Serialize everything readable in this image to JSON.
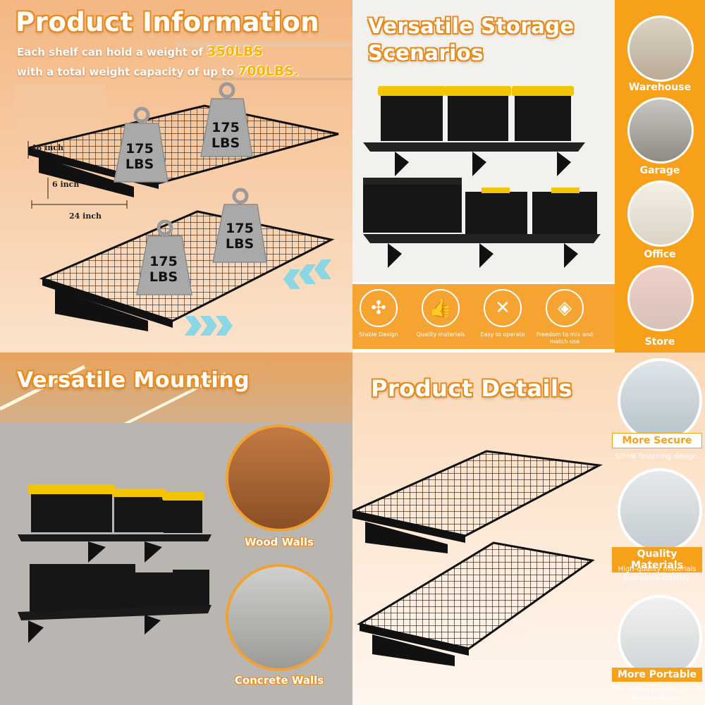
{
  "product_info": {
    "title": "Product Information",
    "line1_prefix": "Each shelf can hold a weight of",
    "line1_value": "350LBS",
    "line2_prefix": "with a total weight capacity of up to",
    "line2_value": "700LBS.",
    "weights": [
      "175\nLBS",
      "175\nLBS",
      "175\nLBS",
      "175\nLBS"
    ],
    "dim_width": "48 inch",
    "dim_height": "6 inch",
    "dim_depth": "24 inch"
  },
  "storage": {
    "title_line1": "Versatile Storage",
    "title_line2": "Scenarios",
    "features": [
      {
        "icon": "stable-design-icon",
        "label": "Stable Design"
      },
      {
        "icon": "thumbs-up-icon",
        "label": "Quality materials"
      },
      {
        "icon": "tools-icon",
        "label": "Easy to operate"
      },
      {
        "icon": "layers-icon",
        "label": "Freedom to mix and match use"
      }
    ],
    "scenarios": [
      "Warehouse",
      "Garage",
      "Office",
      "Store"
    ]
  },
  "mounting": {
    "title": "Versatile Mounting",
    "walls": [
      "Wood Walls",
      "Concrete Walls"
    ]
  },
  "details": {
    "title": "Product Details",
    "items": [
      {
        "head": "More Secure",
        "desc": "Screw fastening design."
      },
      {
        "head": "Quality Materials",
        "desc": "High-quality materials guarantee stability."
      },
      {
        "head": "More Portable",
        "desc": "The support frame can be freely adjusted"
      }
    ]
  },
  "colors": {
    "accent": "#f7a01a",
    "shelf": "#1a1a1a",
    "bin_lid": "#f2c500",
    "bin": "#161616",
    "weight": "#a9a9a9"
  }
}
